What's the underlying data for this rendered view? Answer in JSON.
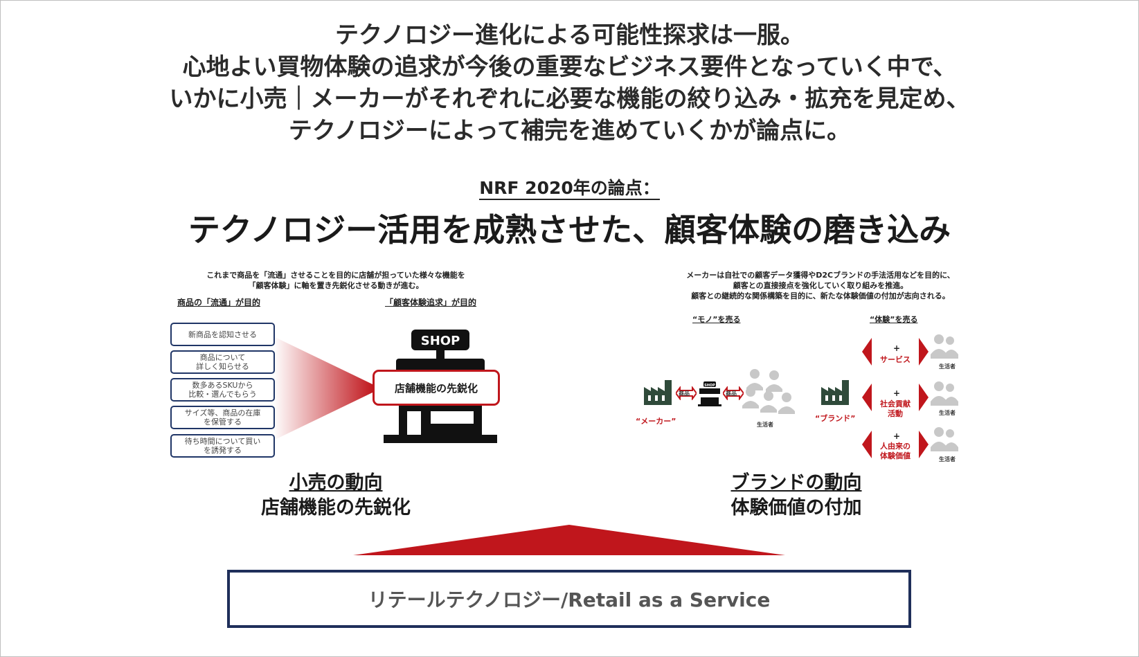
{
  "intro": {
    "line1": "テクノロジー進化による可能性探求は一服。",
    "line2": "心地よい買物体験の追求が今後の重要なビジネス要件となっていく中で、",
    "line3": "いかに小売｜メーカーがそれぞれに必要な機能の絞り込み・拡充を見定め、",
    "line4": "テクノロジーによって補完を進めていくかが論点に。"
  },
  "nrf_label": "NRF 2020年の論点：",
  "headline": "テクノロジー活用を成熟させた、顧客体験の磨き込み",
  "left_panel": {
    "desc1": "これまで商品を「流通」させることを目的に店舗が担っていた様々な機能を",
    "desc2": "「顧客体験」に軸を置き先鋭化させる動きが進む。",
    "col_left": "商品の「流通」が目的",
    "col_right": "「顧客体験追求」が目的",
    "functions": [
      "新商品を認知させる",
      "商品について\n詳しく知らせる",
      "数多あるSKUから\n比較・選んでもらう",
      "サイズ等、商品の在庫\nを保管する",
      "待ち時間について買い\nを誘発する"
    ],
    "shop_sign": "SHOP",
    "sharpen": "店舗機能の先鋭化",
    "trend_title": "小売の動向",
    "trend_sub": "店舗機能の先鋭化"
  },
  "right_panel": {
    "desc1": "メーカーは自社での顧客データ獲得やD2Cブランドの手法活用などを目的に、",
    "desc2": "顧客との直接接点を強化していく取り組みを推進。",
    "desc3": "顧客との継続的な関係構築を目的に、新たな体験価値の付加が志向される。",
    "col_left": "“モノ”を売る",
    "col_right": "“体験”を売る",
    "maker_label": "“メーカー”",
    "brand_label": "“ブランド”",
    "product_label": "商品",
    "shop_mini": "SHOP",
    "consumer": "生活者",
    "plus": "+",
    "services": [
      "サービス",
      "社会貢献\n活動",
      "人由来の\n体験価値"
    ],
    "trend_title": "ブランドの動向",
    "trend_sub": "体験価値の付加"
  },
  "base": "リテールテクノロジー/Retail as a Service",
  "colors": {
    "accent_red": "#c0161c",
    "navy": "#1f3566",
    "icon_green": "#2f4a3a",
    "icon_gray": "#c8c8c8"
  }
}
